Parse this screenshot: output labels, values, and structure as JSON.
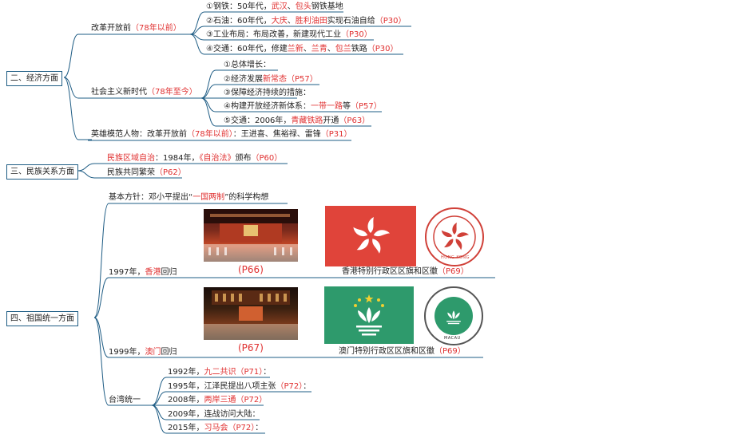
{
  "nodes": {
    "economy": "二、经济方面",
    "ethnic": "三、民族关系方面",
    "unification": "四、祖国统一方面"
  },
  "economy": {
    "pre_reform": {
      "label": "改革开放前",
      "note": "（78年以前）"
    },
    "items": [
      {
        "p1": "①钢铁：50年代，",
        "r1": "武汉",
        "p2": "、",
        "r2": "包头",
        "p3": "钢铁基地",
        "ref": ""
      },
      {
        "p1": "②石油：60年代，",
        "r1": "大庆",
        "p2": "、",
        "r2": "胜利油田",
        "p3": "实现石油自给",
        "ref": "（P30）"
      },
      {
        "p1": "③工业布局：布局改善，新建现代工业",
        "ref": "（P30）"
      },
      {
        "p1": "④交通：60年代，修建",
        "r1": "兰新",
        "p2": "、",
        "r2": "兰青",
        "p3": "、",
        "r3": "包兰",
        "p4": "铁路",
        "ref": "（P30）"
      }
    ],
    "new_era": {
      "label": "社会主义新时代",
      "note": "（78年至今）"
    },
    "new_items": [
      {
        "p1": "①总体增长："
      },
      {
        "p1": "②经济发展",
        "r1": "新常态",
        "ref": "（P57）"
      },
      {
        "p1": "③保障经济持续的措施："
      },
      {
        "p1": "④构建开放经济新体系：",
        "r1": "一带一路",
        "p2": "等",
        "ref": "（P57）"
      },
      {
        "p1": "⑤交通：2006年，",
        "r1": "青藏铁路",
        "p2": "开通",
        "ref": "（P63）"
      }
    ],
    "heroes": {
      "p1": "英雄模范人物：改革开放前",
      "r1": "（78年以前）",
      "p2": "：王进喜、焦裕禄、雷锋",
      "ref": "（P31）"
    }
  },
  "ethnic": {
    "autonomy": {
      "r1": "民族区域自治",
      "p1": "：1984年，",
      "r2": "《自治法》",
      "p2": "颁布",
      "ref": "（P60）"
    },
    "prosperity": {
      "p1": "民族共同繁荣",
      "ref": "（P62）"
    }
  },
  "unification": {
    "policy": {
      "p1": "基本方针：邓小平提出“",
      "r1": "一国两制",
      "p2": "”的科学构想"
    },
    "hk": {
      "p1": "1997年，",
      "r1": "香港",
      "p2": "回归",
      "photo_ref": "(P66)",
      "flag_caption": "香港特别行政区区旗和区徽",
      "flag_ref": "（P69）",
      "emblem_text": "HONG KONG"
    },
    "macau": {
      "p1": "1999年，",
      "r1": "澳门",
      "p2": "回归",
      "photo_ref": "(P67)",
      "flag_caption": "澳门特别行政区区旗和区徽",
      "flag_ref": "（P69）",
      "emblem_text": "MACAU"
    },
    "taiwan": {
      "label": "台湾统一",
      "items": [
        {
          "p1": "1992年，",
          "r1": "九二共识",
          "ref": "（P71）",
          "p2": "："
        },
        {
          "p1": "1995年，江泽民提出八项主张",
          "ref": "（P72）",
          "p2": "："
        },
        {
          "p1": "2008年，",
          "r1": "两岸三通",
          "ref": "（P72）"
        },
        {
          "p1": "2009年，连战访问大陆："
        },
        {
          "p1": "2015年，",
          "r1": "习马会",
          "ref": "（P72）",
          "p2": "："
        }
      ]
    }
  },
  "colors": {
    "line": "#1e5c84",
    "accent": "#e03030",
    "hk_red": "#e0443a",
    "macau_green": "#2e9a6c"
  }
}
